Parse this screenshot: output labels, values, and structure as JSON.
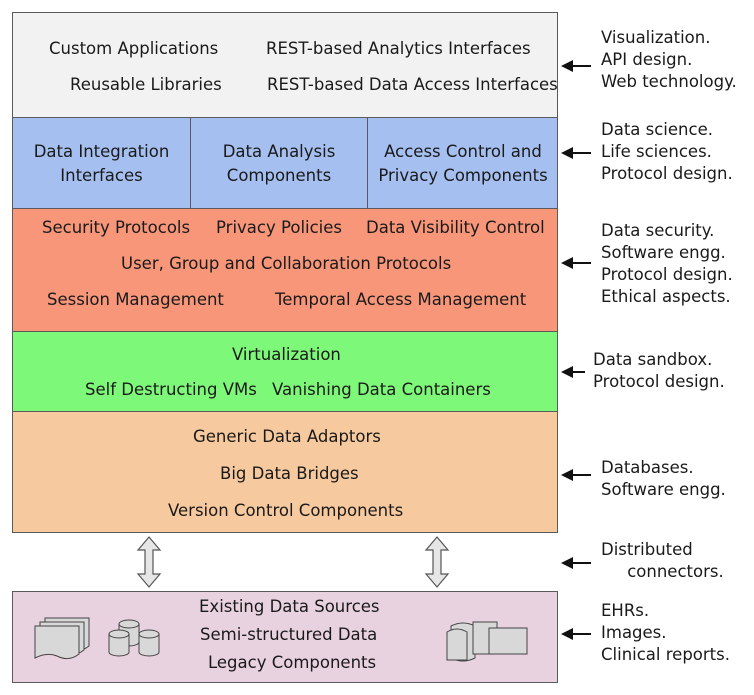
{
  "layers": {
    "visualization": {
      "color": "#f2f2f2",
      "items": [
        "Custom Applications",
        "REST-based Analytics Interfaces",
        "Reusable Libraries",
        "REST-based Data Access Interfaces"
      ]
    },
    "integration": {
      "color": "#a5bff0",
      "cells": [
        "Data Integration\nInterfaces",
        "Data Analysis\nComponents",
        "Access Control and\nPrivacy Components"
      ]
    },
    "security": {
      "color": "#f8967a",
      "items": [
        "Security Protocols",
        "Privacy Policies",
        "Data Visibility Control",
        "User, Group and Collaboration Protocols",
        "Session Management",
        "Temporal Access Management"
      ]
    },
    "virtualization": {
      "color": "#7ef878",
      "items": [
        "Virtualization",
        "Self Destructing VMs",
        "Vanishing Data Containers"
      ]
    },
    "adaptors": {
      "color": "#f7c99f",
      "items": [
        "Generic Data Adaptors",
        "Big Data Bridges",
        "Version Control Components"
      ]
    },
    "sources": {
      "color": "#e8d2e0",
      "items": [
        "Existing Data Sources",
        "Semi-structured Data",
        "Legacy Components"
      ]
    }
  },
  "annotations": [
    "Visualization.\nAPI design.\nWeb technology.",
    "Data science.\nLife sciences.\nProtocol design.",
    "Data security.\nSoftware engg.\nProtocol design.\nEthical aspects.",
    "Data sandbox.\nProtocol design.",
    "Databases.\nSoftware engg.",
    "Distributed\n     connectors.",
    "EHRs.\nImages.\nClinical reports."
  ]
}
